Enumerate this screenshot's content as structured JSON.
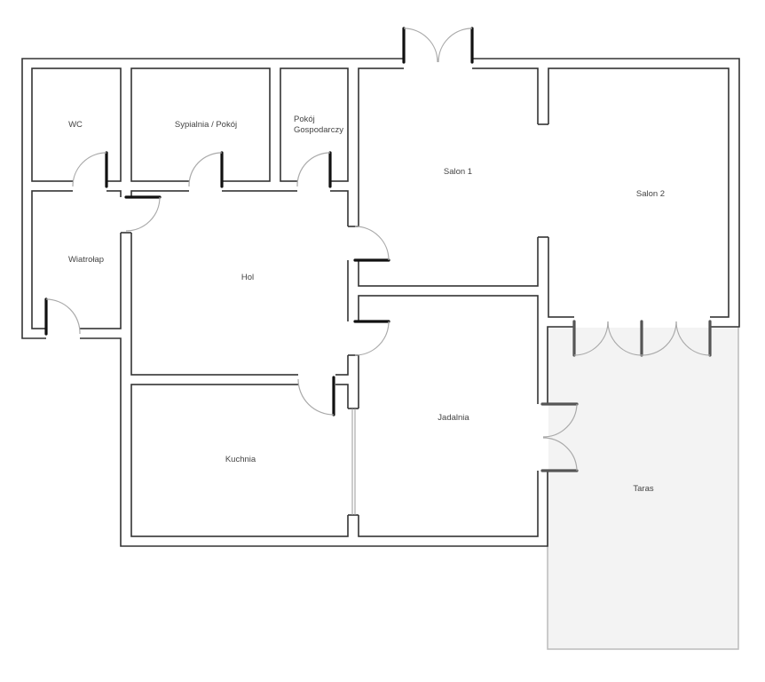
{
  "plan": {
    "rooms": {
      "wc": "WC",
      "sypialnia": "Sypialnia / Pokój",
      "gospodarczy_1": "Pokój",
      "gospodarczy_2": "Gospodarczy",
      "salon1": "Salon 1",
      "salon2": "Salon 2",
      "wiatrolap": "Wiatrołap",
      "hol": "Hol",
      "jadalnia": "Jadalnia",
      "kuchnia": "Kuchnia",
      "taras": "Taras"
    },
    "colors": {
      "wall": "#333333",
      "terrace_fill": "#f3f3f3",
      "terrace_stroke": "#bbbbbb",
      "door_arc": "#aaaaaa"
    }
  }
}
